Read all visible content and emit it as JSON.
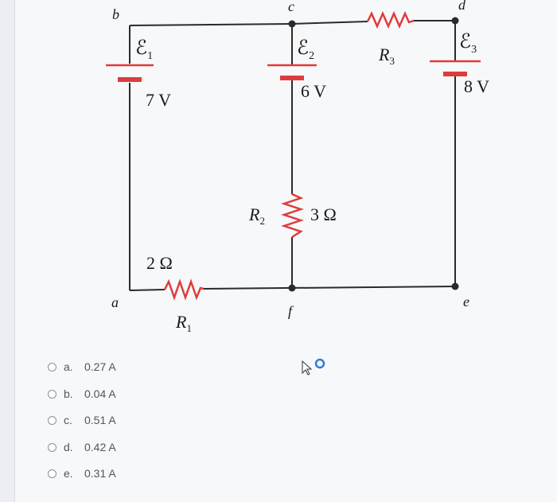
{
  "circuit": {
    "nodes": {
      "a": "a",
      "b": "b",
      "c": "c",
      "d": "d",
      "e": "e",
      "f": "f"
    },
    "emf1": {
      "symbol": "ℰ",
      "sub": "1",
      "value": "7 V"
    },
    "emf2": {
      "symbol": "ℰ",
      "sub": "2",
      "value": "6 V"
    },
    "emf3": {
      "symbol": "ℰ",
      "sub": "3",
      "value": "8 V"
    },
    "r1": {
      "symbol": "R",
      "sub": "1",
      "value": "2 Ω"
    },
    "r2": {
      "symbol": "R",
      "sub": "2",
      "value": "3 Ω"
    },
    "r3": {
      "symbol": "R",
      "sub": "3"
    },
    "wire_color": "#2b2b2b",
    "resistor_color": "#e03b3b",
    "battery_color": "#e03b3b"
  },
  "options": [
    {
      "letter": "a.",
      "value": "0.27 A"
    },
    {
      "letter": "b.",
      "value": "0.04 A"
    },
    {
      "letter": "c.",
      "value": "0.51 A"
    },
    {
      "letter": "d.",
      "value": "0.42 A"
    },
    {
      "letter": "e.",
      "value": "0.31 A"
    }
  ],
  "cursor_icon": "pointer-cursor-icon"
}
